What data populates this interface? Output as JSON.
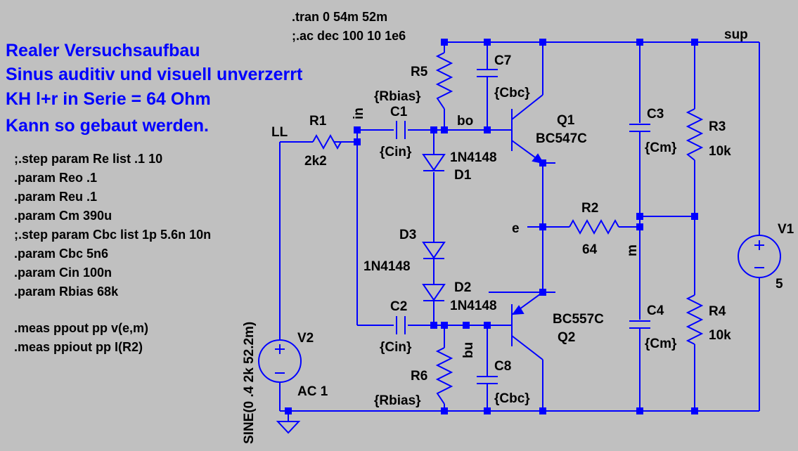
{
  "comments": [
    "Realer Versuchsaufbau",
    "Sinus auditiv und visuell unverzerrt",
    "KH  l+r in Serie = 64 Ohm",
    "Kann so gebaut werden."
  ],
  "top_directives": [
    ".tran 0 54m 52m",
    ";.ac dec 100 10 1e6"
  ],
  "param_directives": [
    ";.step param Re list .1   10",
    ".param Reo .1",
    ".param Reu .1",
    ".param Cm 390u",
    ";.step param Cbc list 1p  5.6n 10n",
    ".param Cbc 5n6",
    ".param Cin 100n",
    ".param Rbias 68k"
  ],
  "meas_directives": [
    ".meas ppout pp v(e,m)",
    ".meas ppiout pp I(R2)"
  ],
  "components": {
    "R1": {
      "name": "R1",
      "value": "2k2"
    },
    "R2": {
      "name": "R2",
      "value": "64"
    },
    "R3": {
      "name": "R3",
      "value": "10k"
    },
    "R4": {
      "name": "R4",
      "value": "10k"
    },
    "R5": {
      "name": "R5",
      "value": "{Rbias}"
    },
    "R6": {
      "name": "R6",
      "value": "{Rbias}"
    },
    "C1": {
      "name": "C1",
      "value": "{Cin}"
    },
    "C2": {
      "name": "C2",
      "value": "{Cin}"
    },
    "C3": {
      "name": "C3",
      "value": "{Cm}"
    },
    "C4": {
      "name": "C4",
      "value": "{Cm}"
    },
    "C7": {
      "name": "C7",
      "value": "{Cbc}"
    },
    "C8": {
      "name": "C8",
      "value": "{Cbc}"
    },
    "D1": {
      "name": "D1",
      "value": "1N4148"
    },
    "D2": {
      "name": "D2",
      "value": "1N4148"
    },
    "D3": {
      "name": "D3",
      "value": "1N4148"
    },
    "Q1": {
      "name": "Q1",
      "value": "BC547C"
    },
    "Q2": {
      "name": "Q2",
      "value": "BC557C"
    },
    "V1": {
      "name": "V1",
      "value": "5"
    },
    "V2": {
      "name": "V2",
      "value": "SINE(0 .4 2k 52.2m)",
      "ac": "AC 1"
    }
  },
  "nets": {
    "sup": "sup",
    "LL": "LL",
    "in": "in",
    "bo": "bo",
    "e": "e",
    "m": "m",
    "bu": "bu"
  },
  "colors": {
    "background": "#c0c0c0",
    "wire": "#0000ff",
    "comment": "#0000ff",
    "text": "#000000"
  }
}
